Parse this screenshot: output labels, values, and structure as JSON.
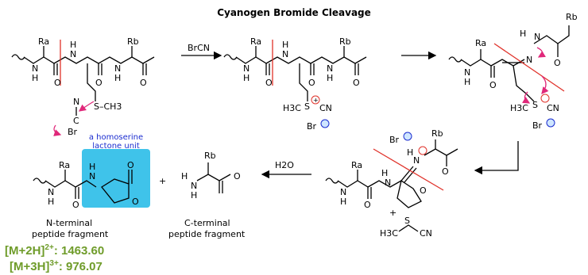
{
  "title": "Cyanogen Bromide Cleavage",
  "reagents": {
    "step1": "BrCN",
    "step4": "H2O"
  },
  "atoms": {
    "ra": "Ra",
    "rb": "Rb",
    "n": "N",
    "h": "H",
    "s_ch3": "S–CH3",
    "h3c": "H3C",
    "s": "S",
    "cn": "CN",
    "n_triple": "N",
    "c": "C",
    "br": "Br",
    "br_minus": "Br",
    "o": "O",
    "plus": "+"
  },
  "annotation": {
    "line1": "a homoserine",
    "line2": "lactone unit"
  },
  "fragments": {
    "n_terminal": [
      "N-terminal",
      "peptide fragment"
    ],
    "c_terminal": [
      "C-terminal",
      "peptide fragment"
    ]
  },
  "mass": {
    "m2": {
      "ion": "[M+2H]",
      "charge": "2+",
      "value": ": 1463.60"
    },
    "m3": {
      "ion": "[M+3H]",
      "charge": "3+",
      "value": ": 976.07"
    }
  },
  "colors": {
    "cleavage_line": "#e0322a",
    "curved_arrow": "#e0287a",
    "lactone_highlight": "#3fc3ea",
    "mass_text": "#6f9c2a",
    "label_text": "#1a2ccf"
  }
}
